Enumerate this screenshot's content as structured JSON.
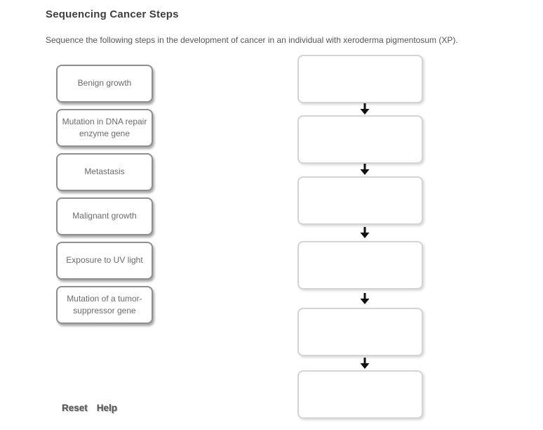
{
  "page": {
    "title": "Sequencing Cancer Steps",
    "instruction": "Sequence the following steps in the development of cancer in an individual with xeroderma pigmentosum (XP)."
  },
  "cards": [
    {
      "label": "Benign growth"
    },
    {
      "label": "Mutation in DNA repair enzyme gene"
    },
    {
      "label": "Metastasis"
    },
    {
      "label": "Malignant growth"
    },
    {
      "label": "Exposure to UV light"
    },
    {
      "label": "Mutation of a tumor-suppressor gene"
    }
  ],
  "sequence": {
    "slot_count": 6,
    "slots": [
      {
        "value": ""
      },
      {
        "value": ""
      },
      {
        "value": ""
      },
      {
        "value": ""
      },
      {
        "value": ""
      },
      {
        "value": ""
      }
    ],
    "arrow_icon": "down-arrow-icon"
  },
  "footer": {
    "reset_label": "Reset",
    "help_label": "Help"
  },
  "colors": {
    "background": "#ffffff",
    "title_text": "#3e3e3e",
    "instruction_text": "#575757",
    "card_text": "#6b6b6b",
    "card_border": "#8f8f8f",
    "slot_border": "#d4d4d4",
    "arrow": "#111111",
    "footer_text": "#565656"
  }
}
